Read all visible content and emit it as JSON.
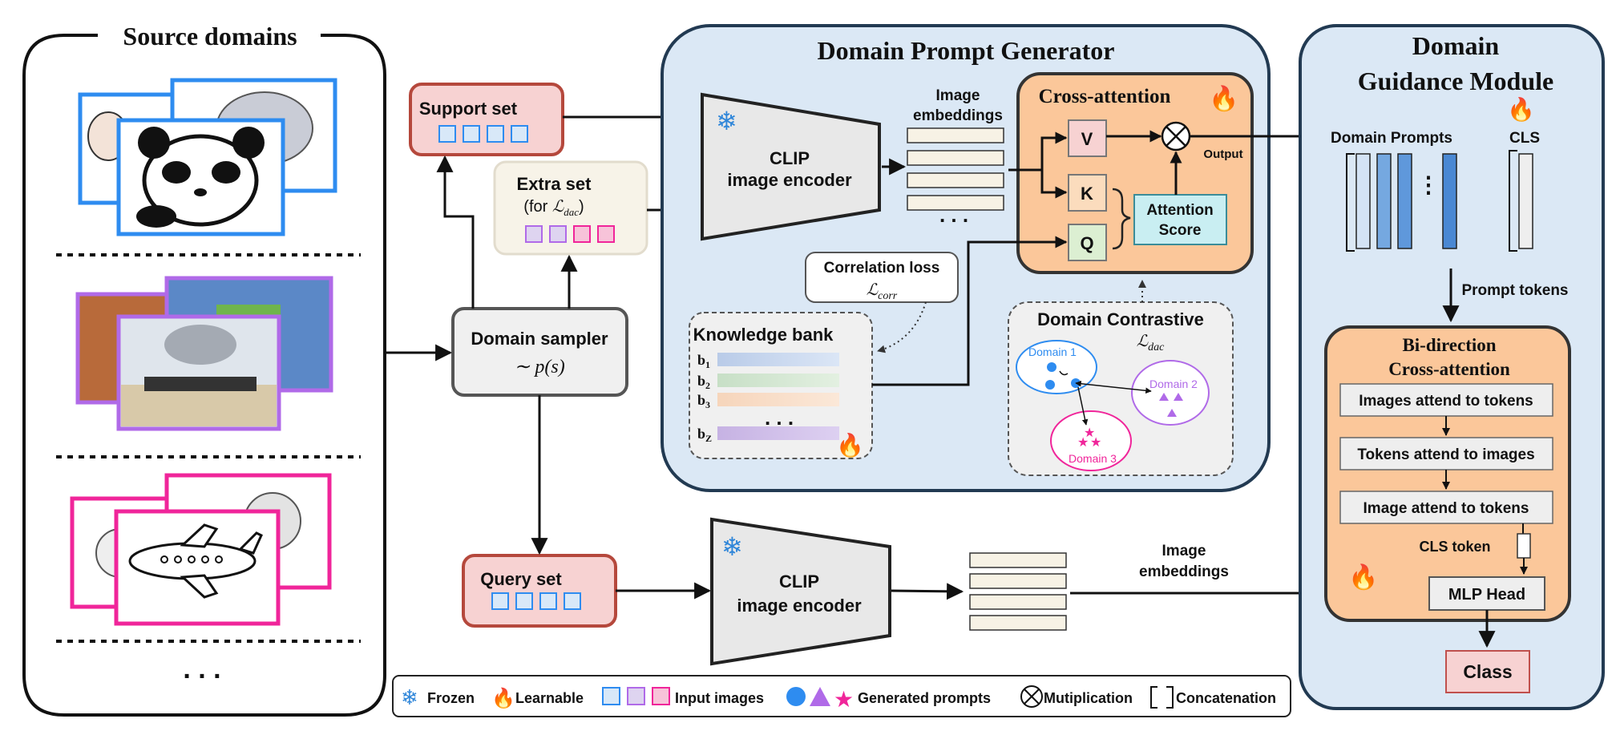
{
  "source_panel": {
    "title": "Source domains",
    "ellipsis": ". . ."
  },
  "support_set": {
    "label": "Support set"
  },
  "extra_set": {
    "label": "Extra set",
    "sub_prefix": "(for ",
    "sub_math": "ℒ",
    "sub_sub": "dac",
    "sub_suffix": ")"
  },
  "domain_sampler": {
    "label": "Domain sampler",
    "formula": "∼ p(s)"
  },
  "query_set": {
    "label": "Query set"
  },
  "dpg": {
    "title": "Domain Prompt Generator",
    "clip_line1": "CLIP",
    "clip_line2": "image encoder",
    "img_emb_line1": "Image",
    "img_emb_line2": "embeddings",
    "cross_attention": "Cross-attention",
    "v": "V",
    "k": "K",
    "q": "Q",
    "attention_score_line1": "Attention",
    "attention_score_line2": "Score",
    "output": "Output",
    "corr_loss_line1": "Correlation loss",
    "corr_loss_math": "ℒ",
    "corr_loss_sub": "corr",
    "knowledge_bank": "Knowledge bank",
    "kb_rows": [
      "b",
      "b",
      "b",
      "b"
    ],
    "kb_subs": [
      "1",
      "2",
      "3",
      "Z"
    ],
    "kb_dots": ". . .",
    "domain_contrastive": "Domain Contrastive",
    "dc_math": "ℒ",
    "dc_sub": "dac",
    "domain1": "Domain 1",
    "domain2": "Domain 2",
    "domain3": "Domain 3"
  },
  "bottom": {
    "clip_line1": "CLIP",
    "clip_line2": "image encoder",
    "img_emb_line1": "Image",
    "img_emb_line2": "embeddings"
  },
  "dgm": {
    "title_line1": "Domain",
    "title_line2": "Guidance Module",
    "domain_prompts": "Domain Prompts",
    "cls": "CLS",
    "prompt_tokens": "Prompt tokens",
    "bidir_line1": "Bi-direction",
    "bidir_line2": "Cross-attention",
    "step1": "Images attend to tokens",
    "step2": "Tokens attend to images",
    "step3": "Image attend to tokens",
    "cls_token": "CLS token",
    "mlp_head": "MLP Head",
    "class": "Class"
  },
  "legend": {
    "frozen": "Frozen",
    "learnable": "Learnable",
    "input_images": "Input images",
    "generated_prompts": "Generated prompts",
    "multiplication": "Mutiplication",
    "concatenation": "Concatenation"
  },
  "colors": {
    "panel_blue": "#dbe8f5",
    "panel_border": "#223a52",
    "orange": "#fbc79a",
    "pink": "#f7d2d2",
    "teal": "#c9eef2",
    "green": "#dcefd2",
    "encoder_gray": "#e8e8e8",
    "frame_blue": "#2e8cf0",
    "frame_purple": "#b06ae8",
    "frame_pink": "#f0259a"
  }
}
